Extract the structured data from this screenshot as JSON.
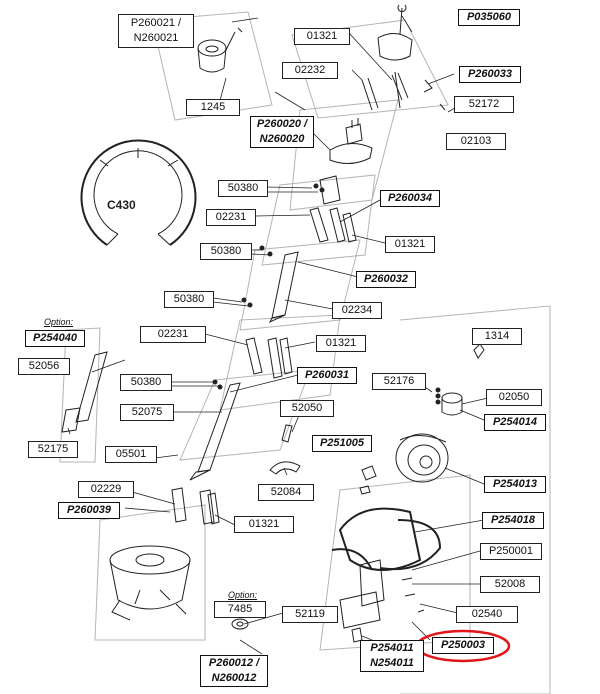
{
  "labels": {
    "p260021": [
      "P260021 /",
      "N260021"
    ],
    "l01321_a": "01321",
    "p035060": "P035060",
    "l02232": "02232",
    "p260033": "P260033",
    "l52172": "52172",
    "l1245": "1245",
    "p260020": [
      "P260020 /",
      "N260020"
    ],
    "l02103": "02103",
    "c430": "C430",
    "l50380_a": "50380",
    "p260034": "P260034",
    "l02231_a": "02231",
    "l01321_b": "01321",
    "l50380_b": "50380",
    "p260032": "P260032",
    "l50380_c": "50380",
    "l02234": "02234",
    "option_a": "Option:",
    "p254040": "P254040",
    "l02231_b": "02231",
    "l01321_c": "01321",
    "l1314": "1314",
    "l52056": "52056",
    "l50380_d": "50380",
    "p260031": "P260031",
    "l52176": "52176",
    "l02050": "02050",
    "l52075": "52075",
    "l52050": "52050",
    "p254014": "P254014",
    "p251005": "P251005",
    "l52175": "52175",
    "l05501": "05501",
    "l52084": "52084",
    "p254013": "P254013",
    "l02229": "02229",
    "p260039": "P260039",
    "l01321_d": "01321",
    "p254018": "P254018",
    "l250001": "P250001",
    "l52008": "52008",
    "option_b": "Option:",
    "l7485": "7485",
    "l52119": "52119",
    "l02540": "02540",
    "p254011": [
      "P254011",
      "N254011"
    ],
    "p250003": "P250003",
    "p260012": [
      "P260012 /",
      "N260012"
    ]
  },
  "colors": {
    "line": "#222222",
    "highlight": "#e0161b",
    "frame": "#9a9a9a"
  }
}
